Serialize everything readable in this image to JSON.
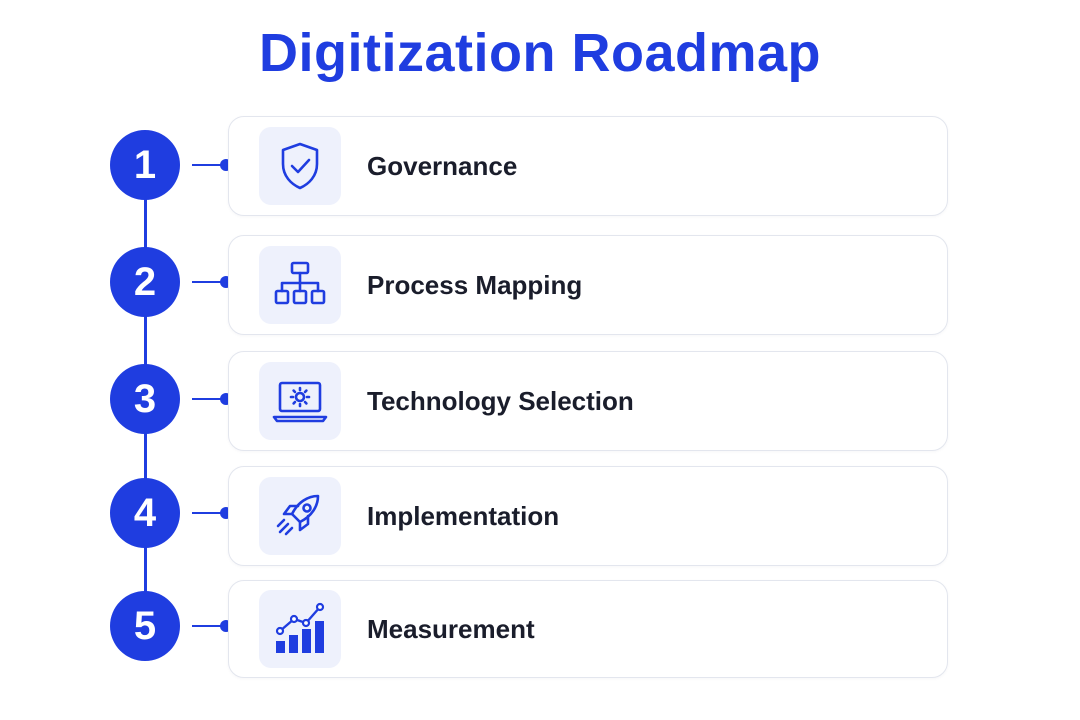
{
  "title": "Digitization Roadmap",
  "accent_color": "#1f3de0",
  "steps": [
    {
      "number": "1",
      "label": "Governance",
      "icon": "shield-check-icon"
    },
    {
      "number": "2",
      "label": "Process Mapping",
      "icon": "hierarchy-icon"
    },
    {
      "number": "3",
      "label": "Technology Selection",
      "icon": "laptop-gear-icon"
    },
    {
      "number": "4",
      "label": "Implementation",
      "icon": "rocket-icon"
    },
    {
      "number": "5",
      "label": "Measurement",
      "icon": "bar-chart-trend-icon"
    }
  ]
}
